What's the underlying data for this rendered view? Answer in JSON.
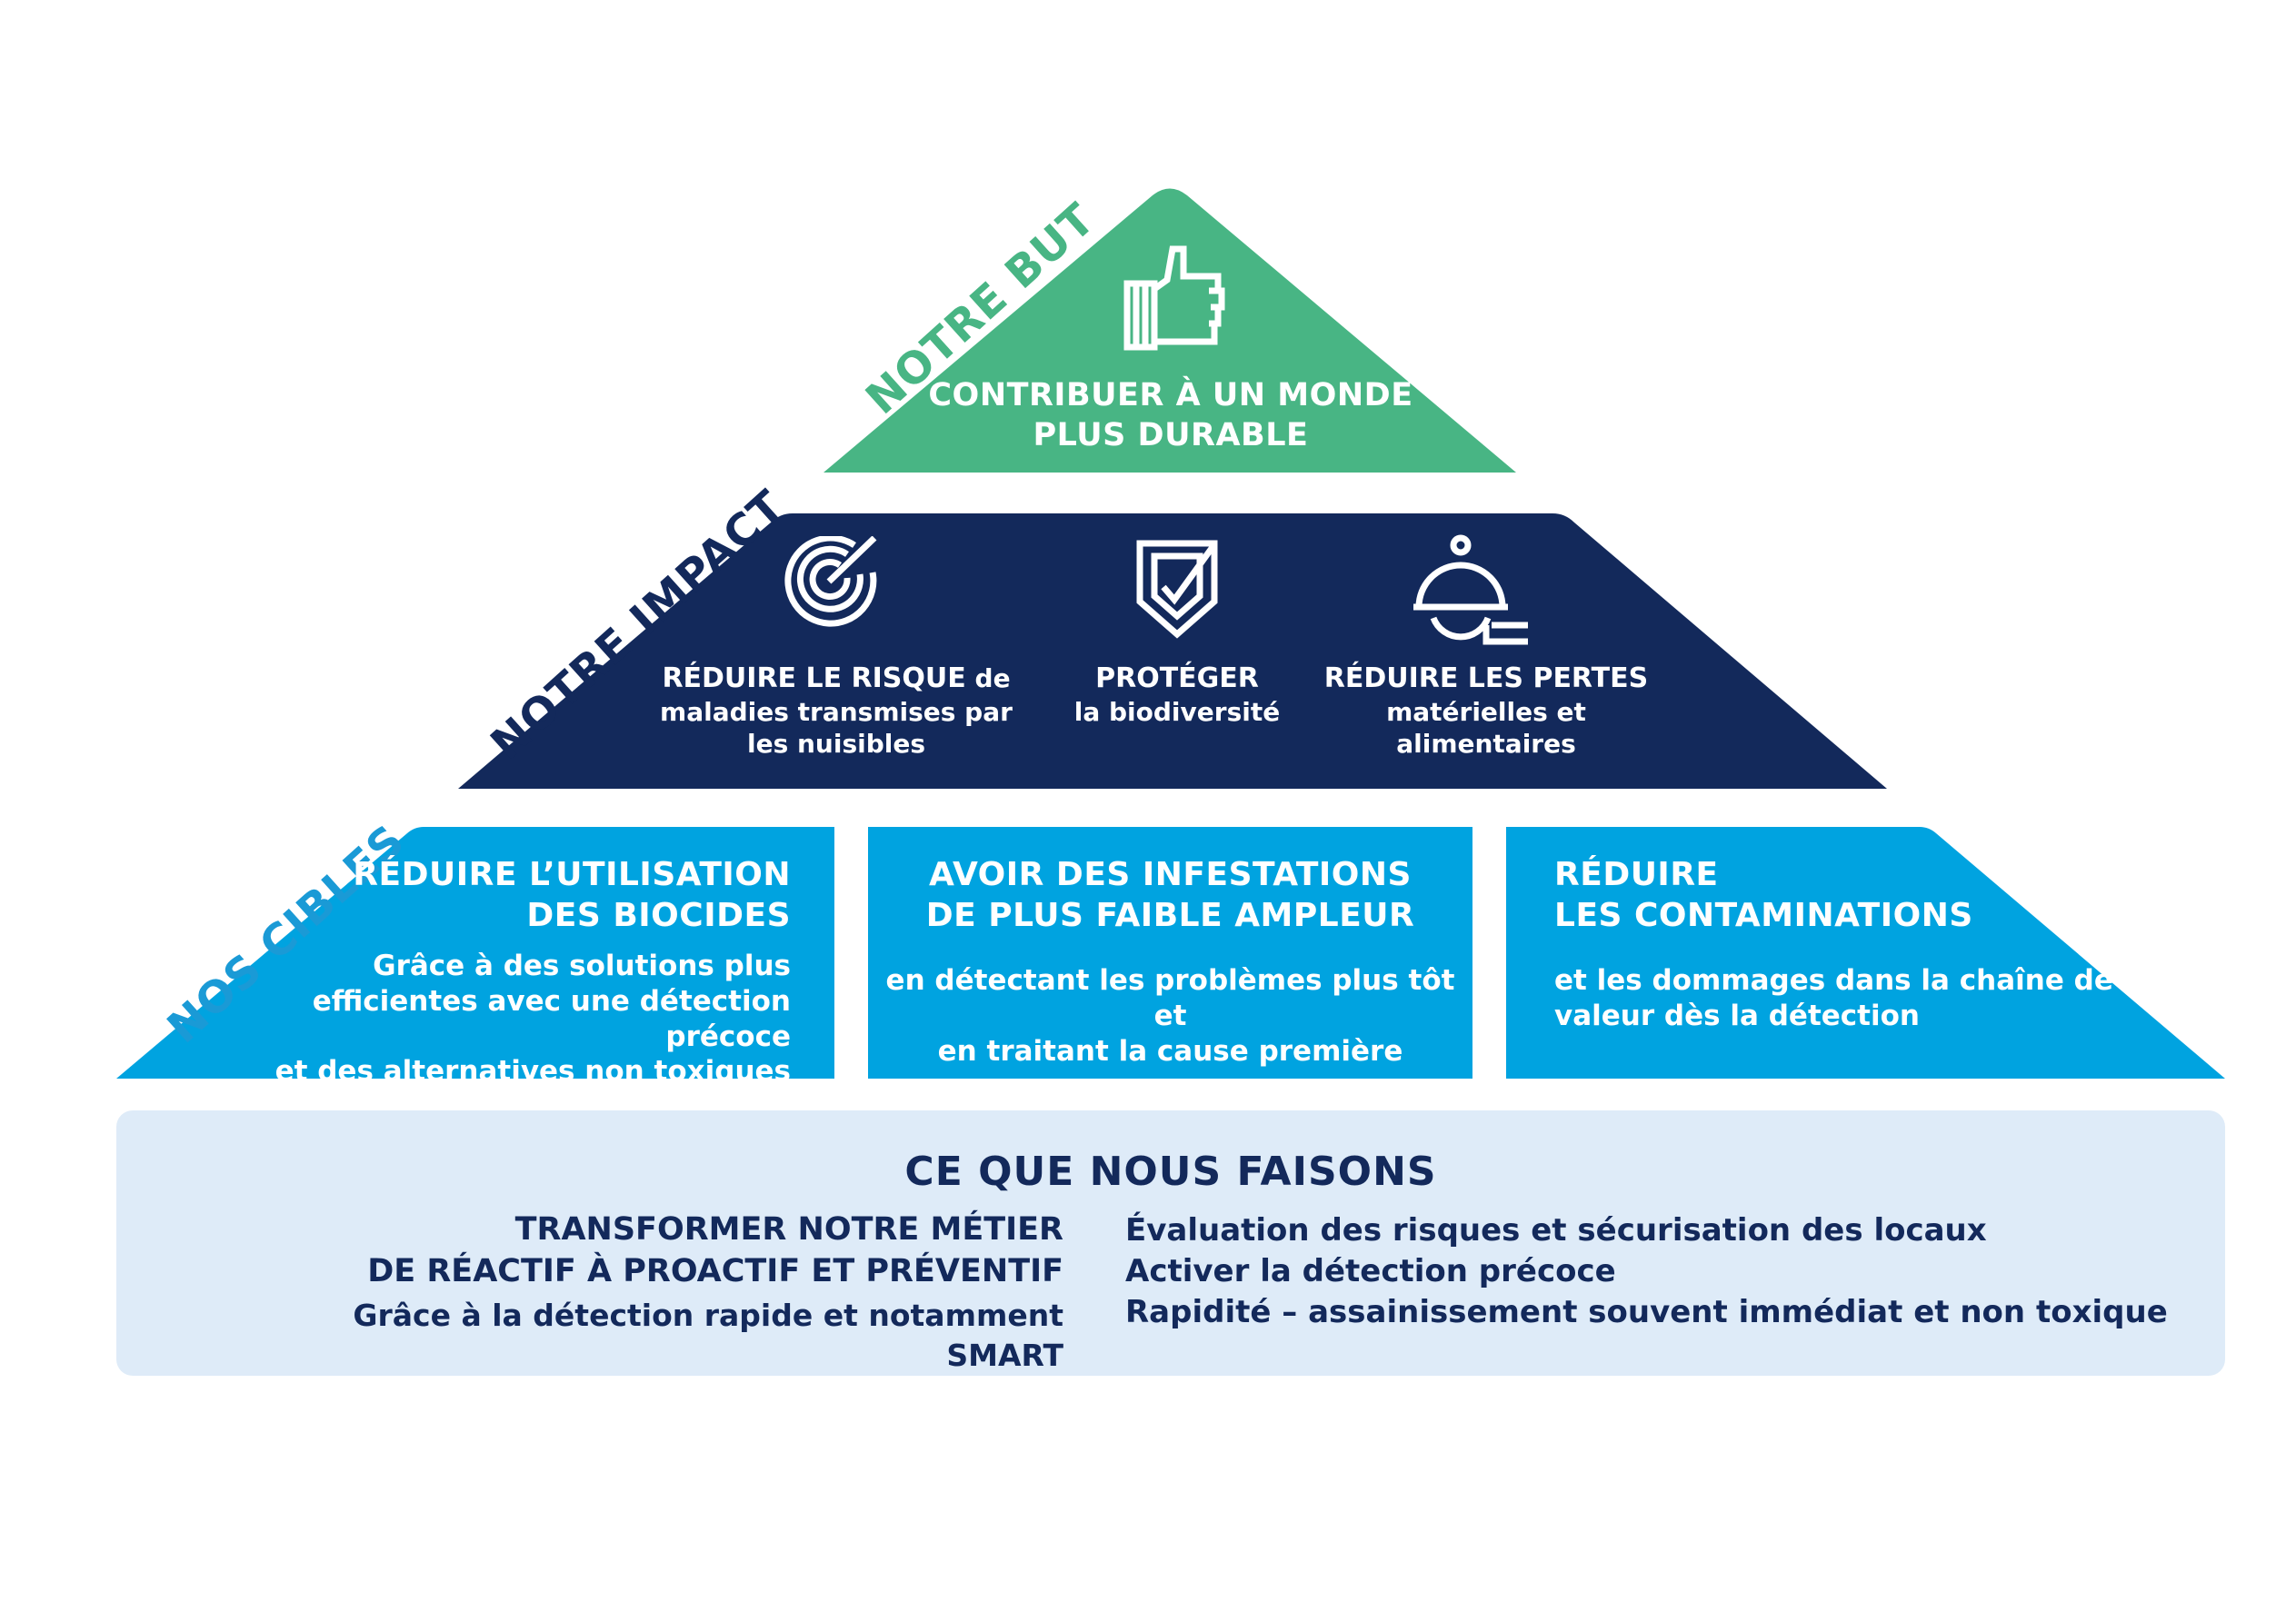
{
  "colors": {
    "goal": "#48b584",
    "impact": "#13295b",
    "targets": "#00a3e0",
    "base": "#deebf8",
    "goal_label": "#48b584",
    "impact_label": "#13295b",
    "targets_label": "#1a9ad6"
  },
  "goal": {
    "label": "NOTRE BUT",
    "icon": "thumbs-up-icon",
    "text_line1": "CONTRIBUER À UN MONDE",
    "text_line2": "PLUS DURABLE"
  },
  "impact": {
    "label": "NOTRE IMPACT",
    "items": [
      {
        "icon": "target-icon",
        "title": "RÉDUIRE LE RISQUE",
        "title_suffix": " de",
        "line2": "maladies transmises par",
        "line3": "les nuisibles"
      },
      {
        "icon": "shield-icon",
        "title": "PROTÉGER",
        "line2": "la biodiversité"
      },
      {
        "icon": "cloche-icon",
        "title": "RÉDUIRE LES PERTES",
        "line2": "matérielles et",
        "line3": "alimentaires"
      }
    ]
  },
  "targets": {
    "label": "NOS CIBLES",
    "items": [
      {
        "title_line1": "RÉDUIRE L’UTILISATION",
        "title_line2": "DES BIOCIDES",
        "desc_line1": "Grâce à des solutions plus",
        "desc_line2": "efficientes avec une détection précoce",
        "desc_line3": "et des alternatives non toxiques"
      },
      {
        "title_line1": "AVOIR DES INFESTATIONS",
        "title_line2": "DE PLUS FAIBLE AMPLEUR",
        "desc_line1": "en détectant les problèmes plus tôt et",
        "desc_line2": "en traitant la cause première"
      },
      {
        "title_line1": "RÉDUIRE",
        "title_line2": "LES CONTAMINATIONS",
        "desc_line1": "et les dommages dans la chaîne de",
        "desc_line2": "valeur dès la détection"
      }
    ]
  },
  "base": {
    "title": "CE QUE NOUS FAISONS",
    "left_line1": "TRANSFORMER NOTRE MÉTIER",
    "left_line2": "DE RÉACTIF À PROACTIF ET PRÉVENTIF",
    "left_line3": "Grâce à la détection rapide et notamment SMART",
    "right_items": [
      "Évaluation des risques et sécurisation des locaux",
      "Activer la détection précoce",
      "Rapidité – assainissement souvent immédiat et non toxique"
    ]
  }
}
